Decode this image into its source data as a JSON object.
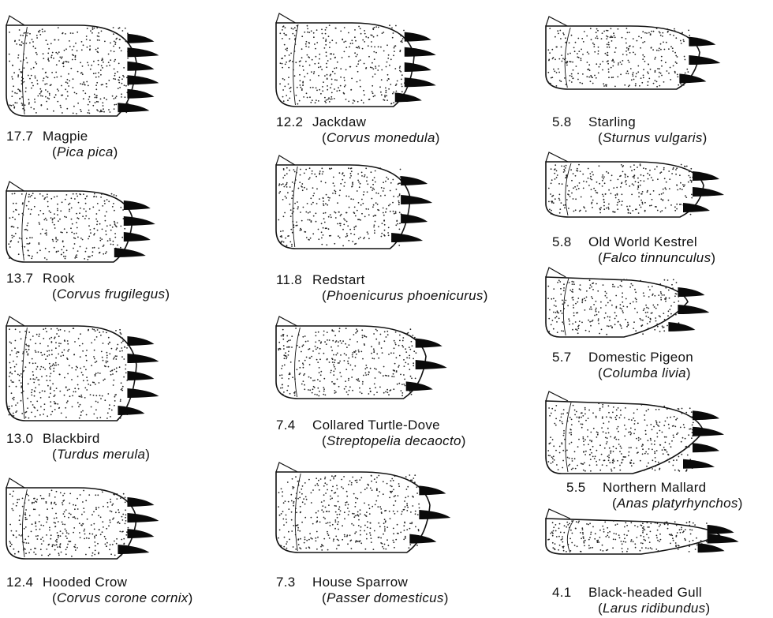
{
  "birds": [
    {
      "value": "17.7",
      "common": "Magpie",
      "scientific": "Pica pica",
      "marks": [
        1,
        2,
        3,
        4,
        5,
        6
      ]
    },
    {
      "value": "13.7",
      "common": "Rook",
      "scientific": "Corvus frugilegus",
      "marks": [
        1,
        2,
        3,
        4
      ]
    },
    {
      "value": "13.0",
      "common": "Blackbird",
      "scientific": "Turdus merula",
      "marks": [
        1,
        2,
        3,
        4,
        5
      ]
    },
    {
      "value": "12.4",
      "common": "Hooded Crow",
      "scientific": "Corvus corone cornix",
      "marks": [
        1,
        2,
        3,
        4
      ]
    },
    {
      "value": "12.2",
      "common": "Jackdaw",
      "scientific": "Corvus monedula",
      "marks": [
        1,
        2,
        3,
        4,
        5
      ]
    },
    {
      "value": "11.8",
      "common": "Redstart",
      "scientific": "Phoenicurus phoenicurus",
      "marks": [
        1,
        2,
        3,
        4
      ]
    },
    {
      "value": "7.4",
      "common": "Collared Turtle-Dove",
      "scientific": "Streptopelia decaocto",
      "marks": [
        1,
        2,
        3
      ]
    },
    {
      "value": "7.3",
      "common": "House Sparrow",
      "scientific": "Passer domesticus",
      "marks": [
        1,
        2,
        3
      ]
    },
    {
      "value": "5.8",
      "common": "Starling",
      "scientific": "Sturnus vulgaris",
      "marks": [
        1,
        2,
        3
      ]
    },
    {
      "value": "5.8",
      "common": "Old World Kestrel",
      "scientific": "Falco tinnunculus",
      "marks": [
        1,
        2,
        3
      ]
    },
    {
      "value": "5.7",
      "common": "Domestic Pigeon",
      "scientific": "Columba livia",
      "marks": [
        1,
        2,
        3
      ]
    },
    {
      "value": "5.5",
      "common": "Northern Mallard",
      "scientific": "Anas platyrhynchos",
      "marks": [
        1,
        2,
        3,
        4
      ]
    },
    {
      "value": "4.1",
      "common": "Black-headed Gull",
      "scientific": "Larus ridibundus",
      "marks": [
        1,
        2,
        3
      ]
    }
  ]
}
